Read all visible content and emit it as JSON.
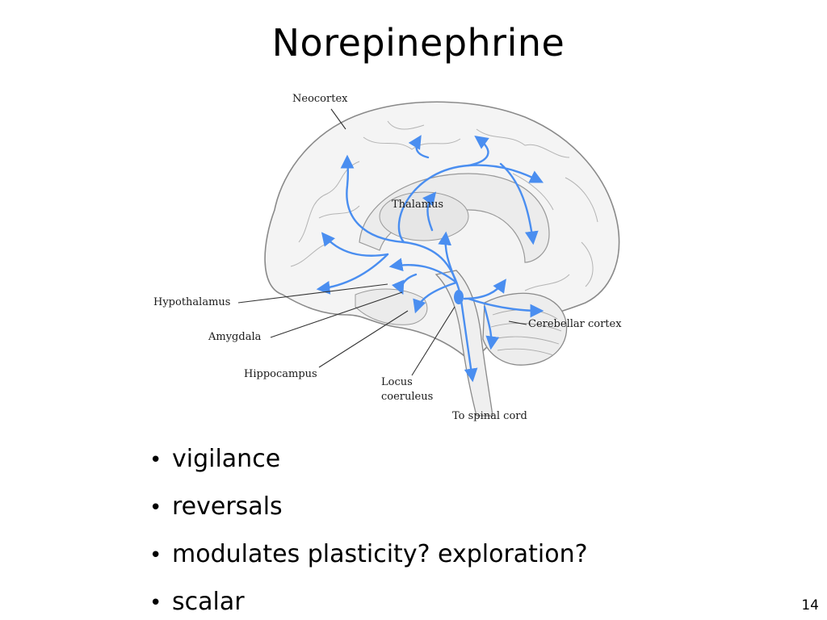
{
  "slide": {
    "title": "Norepinephrine",
    "page_number": "14"
  },
  "diagram": {
    "labels": {
      "neocortex": "Neocortex",
      "thalamus": "Thalamus",
      "hypothalamus": "Hypothalamus",
      "amygdala": "Amygdala",
      "hippocampus": "Hippocampus",
      "locus_line1": "Locus",
      "locus_line2": "coeruleus",
      "cerebellar_cortex": "Cerebellar cortex",
      "spinal_cord": "To spinal cord"
    },
    "colors": {
      "pathway": "#4a8ef0",
      "outline": "#8a8a8a",
      "leader": "#333333"
    }
  },
  "bullets": [
    "vigilance",
    "reversals",
    "modulates plasticity? exploration?",
    "scalar"
  ]
}
